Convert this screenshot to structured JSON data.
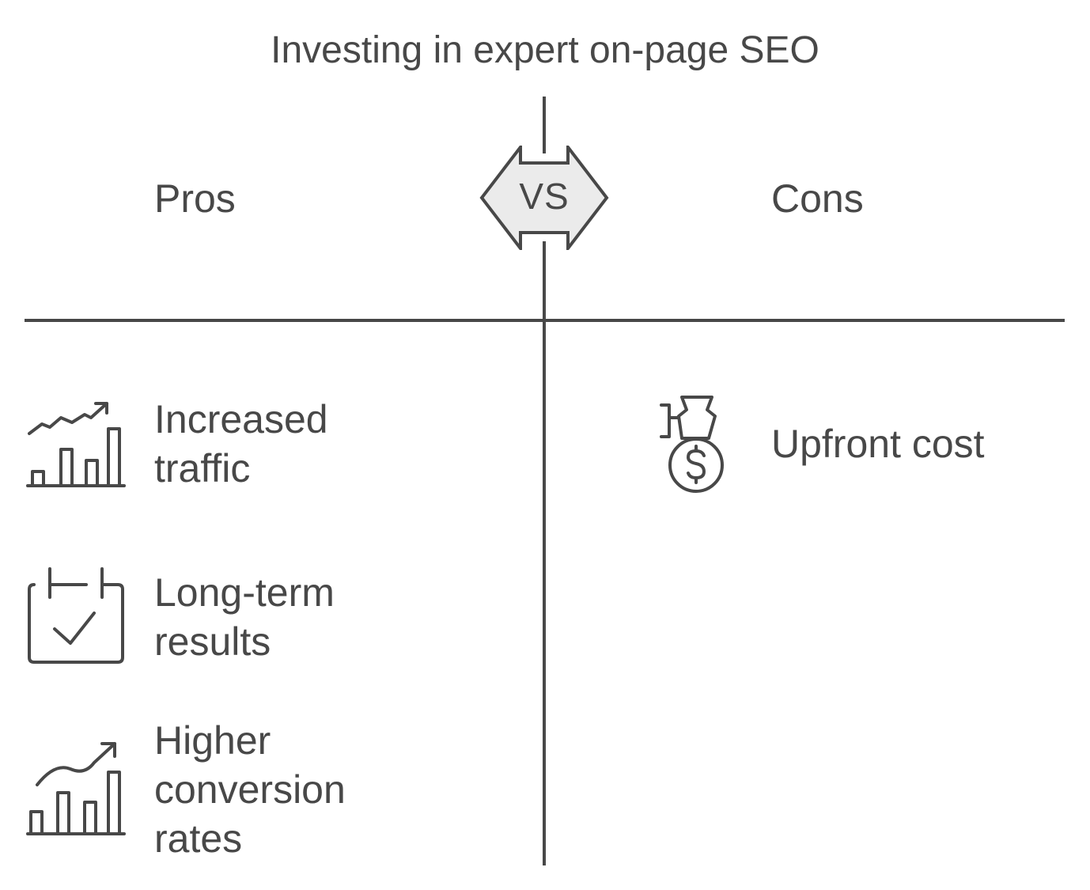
{
  "title": "Investing in expert on-page SEO",
  "badge": "VS",
  "pros": {
    "heading": "Pros",
    "items": [
      {
        "label": "Increased\ntraffic",
        "icon": "growth-chart-icon"
      },
      {
        "label": "Long-term\nresults",
        "icon": "calendar-check-icon"
      },
      {
        "label": "Higher\nconversion\nrates",
        "icon": "growth-chart-icon"
      }
    ]
  },
  "cons": {
    "heading": "Cons",
    "items": [
      {
        "label": "Upfront cost",
        "icon": "money-bag-icon"
      }
    ]
  },
  "colors": {
    "ink": "#484848",
    "badge_fill": "#ebebeb",
    "background": "#ffffff"
  }
}
